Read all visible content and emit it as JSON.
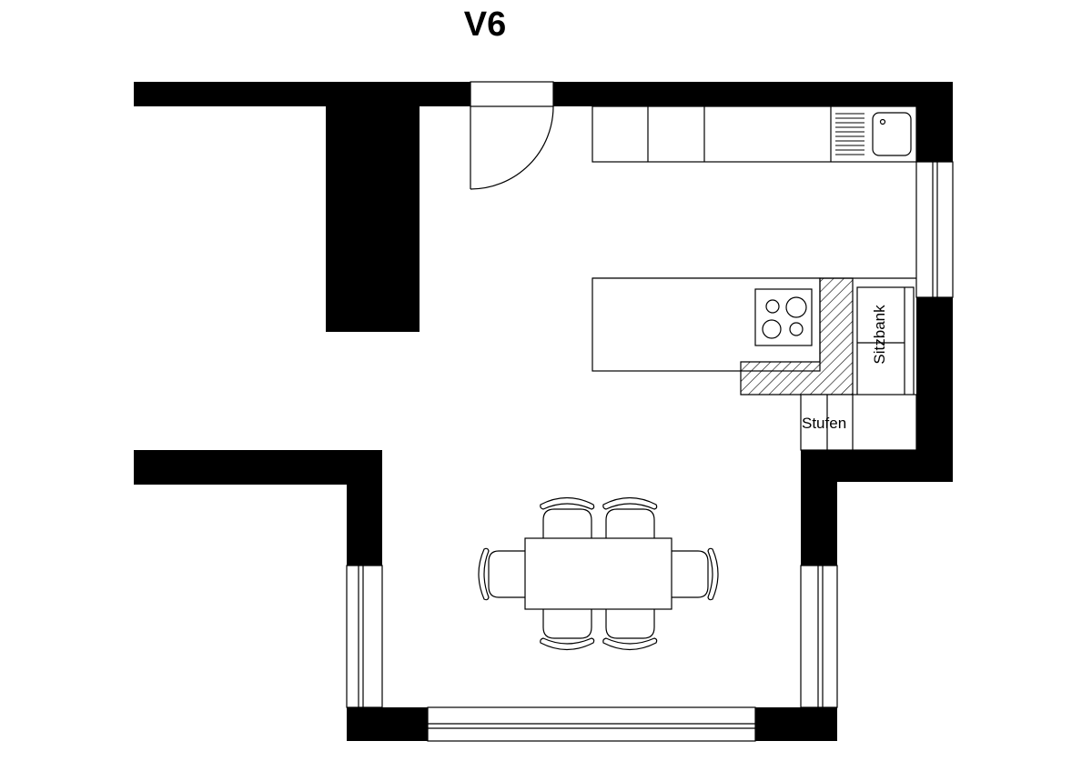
{
  "title": "V6",
  "labels": {
    "bench": "Sitzbank",
    "steps": "Stufen"
  },
  "colors": {
    "wall": "#000000",
    "background": "#ffffff"
  }
}
